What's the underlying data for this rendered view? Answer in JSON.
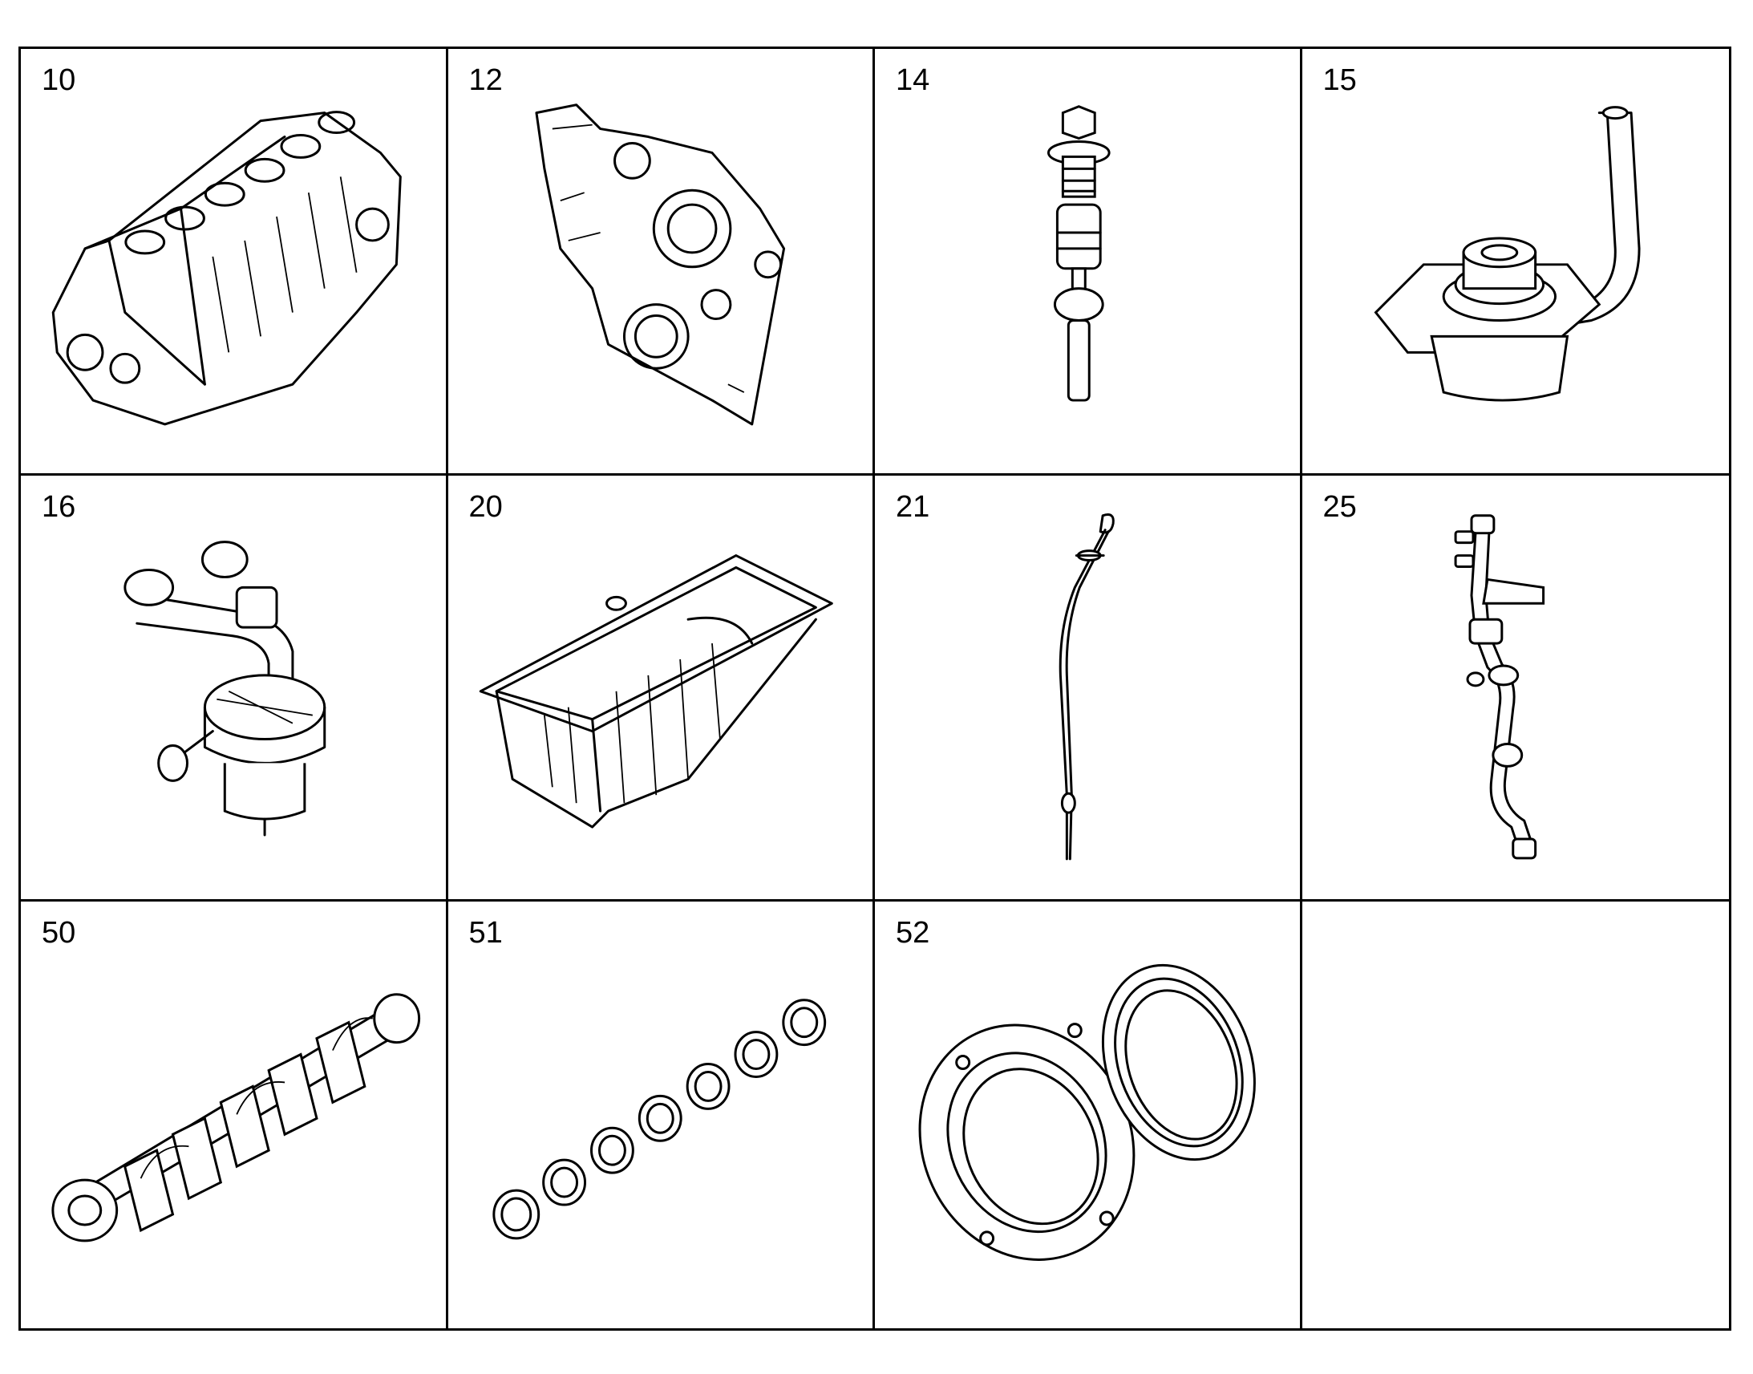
{
  "parts": [
    {
      "number": "10",
      "icon": "engine-block-icon"
    },
    {
      "number": "12",
      "icon": "timing-case-cover-icon"
    },
    {
      "number": "14",
      "icon": "valve-plug-icon"
    },
    {
      "number": "15",
      "icon": "oil-pickup-tube-icon"
    },
    {
      "number": "16",
      "icon": "crankcase-breather-icon"
    },
    {
      "number": "20",
      "icon": "oil-pan-icon"
    },
    {
      "number": "21",
      "icon": "dipstick-icon"
    },
    {
      "number": "25",
      "icon": "fuel-line-assembly-icon"
    },
    {
      "number": "50",
      "icon": "crankshaft-icon"
    },
    {
      "number": "51",
      "icon": "main-bearings-icon"
    },
    {
      "number": "52",
      "icon": "crankshaft-seal-icon"
    },
    {
      "number": "",
      "icon": ""
    }
  ]
}
